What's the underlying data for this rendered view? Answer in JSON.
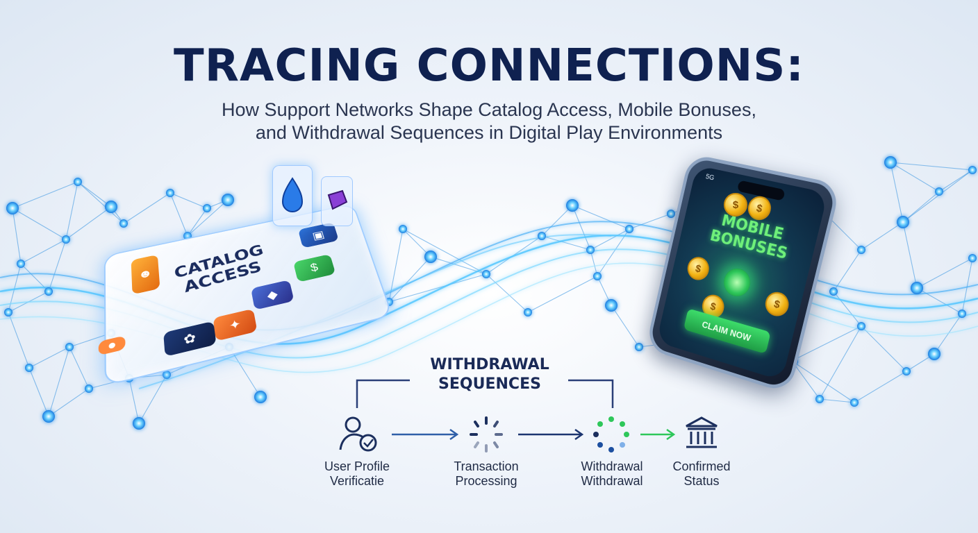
{
  "title": "TRACING CONNECTIONS:",
  "subtitle_lines": [
    "How Support Networks Shape Catalog Access, Mobile Bonuses,",
    "and Withdrawal Sequences in Digital Play Environments"
  ],
  "catalog": {
    "label_lines": [
      "CATALOG",
      "ACCESS"
    ]
  },
  "phone": {
    "status_text": "5G",
    "label_lines": [
      "MOBILE",
      "BONUSES"
    ],
    "coin_glyph": "$",
    "claim_button": "CLAIM NOW"
  },
  "withdrawal": {
    "title_lines": [
      "WITHDRAWAL",
      "SEQUENCES"
    ],
    "steps": [
      {
        "icon": "user-check-icon",
        "lines": [
          "User Profile",
          "Verificatie"
        ]
      },
      {
        "icon": "spinner-icon",
        "lines": [
          "Transaction",
          "Processing"
        ]
      },
      {
        "icon": "spinner-green-icon",
        "lines": [
          "Withdrawal",
          "Withdrawal"
        ]
      },
      {
        "icon": "bank-icon",
        "lines": [
          "Confirmed",
          "Status"
        ]
      }
    ]
  },
  "colors": {
    "navy": "#0f2150",
    "glow_blue": "#3fb6ff",
    "bonus_green": "#6ff07a",
    "arrow_blue": "#2f5fa8",
    "arrow_green": "#2ec75a"
  }
}
